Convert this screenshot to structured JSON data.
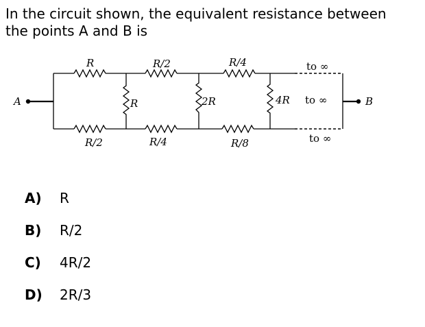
{
  "question": {
    "text_line1": "In the circuit shown, the equivalent resistance between",
    "text_line2": "the points A and B is"
  },
  "circuit": {
    "terminal_a": "A",
    "terminal_b": "B",
    "top_resistors": [
      "R",
      "R/2",
      "R/4"
    ],
    "shunt_resistors": [
      "R",
      "2R",
      "4R"
    ],
    "bottom_resistors": [
      "R/2",
      "R/4",
      "R/8"
    ],
    "infinity_labels": [
      "to ∞",
      "to ∞",
      "to ∞"
    ]
  },
  "options": [
    {
      "letter": "A)",
      "text": "R"
    },
    {
      "letter": "B)",
      "text": "R/2"
    },
    {
      "letter": "C)",
      "text": "4R/2"
    },
    {
      "letter": "D)",
      "text": "2R/3"
    }
  ]
}
